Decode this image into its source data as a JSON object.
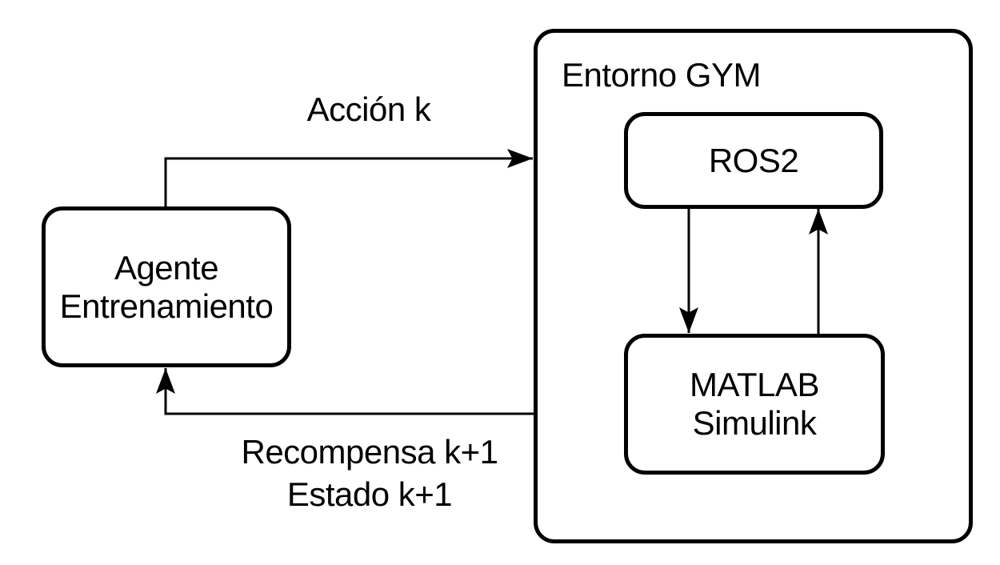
{
  "diagram": {
    "background_color": "#ffffff",
    "stroke_color": "#000000",
    "nodes": {
      "agent": {
        "label_line1": "Agente",
        "label_line2": "Entrenamiento"
      },
      "gym": {
        "title": "Entorno GYM"
      },
      "ros2": {
        "label": "ROS2"
      },
      "matlab": {
        "label_line1": "MATLAB",
        "label_line2": "Simulink"
      }
    },
    "edges": {
      "action": {
        "label": "Acción k",
        "from": "agent",
        "to": "gym"
      },
      "feedback": {
        "label_line1": "Recompensa k+1",
        "label_line2": "Estado k+1",
        "from": "gym",
        "to": "agent"
      },
      "ros2_to_matlab": {
        "from": "ros2",
        "to": "matlab"
      },
      "matlab_to_ros2": {
        "from": "matlab",
        "to": "ros2"
      }
    }
  }
}
